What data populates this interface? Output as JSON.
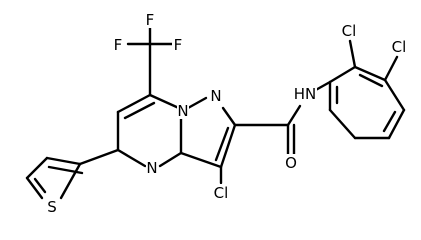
{
  "molecule": {
    "atoms": {
      "f1": "F",
      "f2": "F",
      "f3": "F",
      "cl_a": "Cl",
      "cl_b": "Cl",
      "cl_c": "Cl",
      "n1": "N",
      "n2": "N",
      "n3": "N",
      "nh": "HN",
      "o": "O",
      "s": "S"
    }
  }
}
